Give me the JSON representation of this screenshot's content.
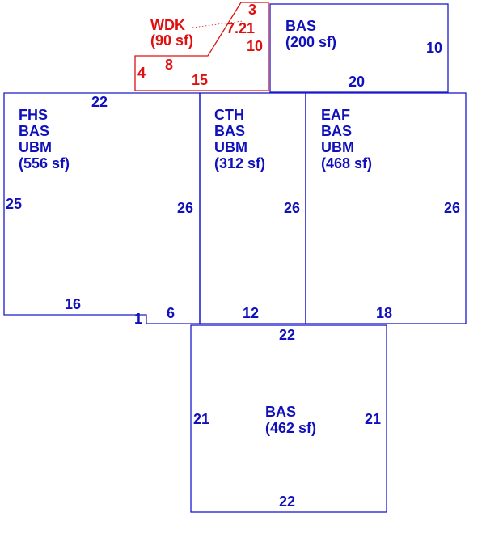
{
  "colors": {
    "outline_blue": "#1a1acc",
    "text_blue": "#1111bb",
    "deck_red": "#e01010"
  },
  "areas": {
    "wdk": {
      "code": "WDK",
      "area": "(90 sf)",
      "dims": [
        "3",
        "7.21",
        "10",
        "4",
        "8",
        "15"
      ]
    },
    "bas_top": {
      "code": "BAS",
      "area": "(200 sf)",
      "dims": [
        "10",
        "20"
      ]
    },
    "fhs": {
      "lines": [
        "FHS",
        "BAS",
        "UBM",
        "(556 sf)"
      ],
      "dims": [
        "22",
        "25",
        "26",
        "16",
        "1",
        "6"
      ]
    },
    "cth": {
      "lines": [
        "CTH",
        "BAS",
        "UBM",
        "(312 sf)"
      ],
      "dims": [
        "26",
        "12"
      ]
    },
    "eaf": {
      "lines": [
        "EAF",
        "BAS",
        "UBM",
        "(468 sf)"
      ],
      "dims": [
        "26",
        "18"
      ]
    },
    "bas_bottom": {
      "code": "BAS",
      "area": "(462 sf)",
      "dims": [
        "22",
        "21",
        "21",
        "22"
      ]
    }
  }
}
